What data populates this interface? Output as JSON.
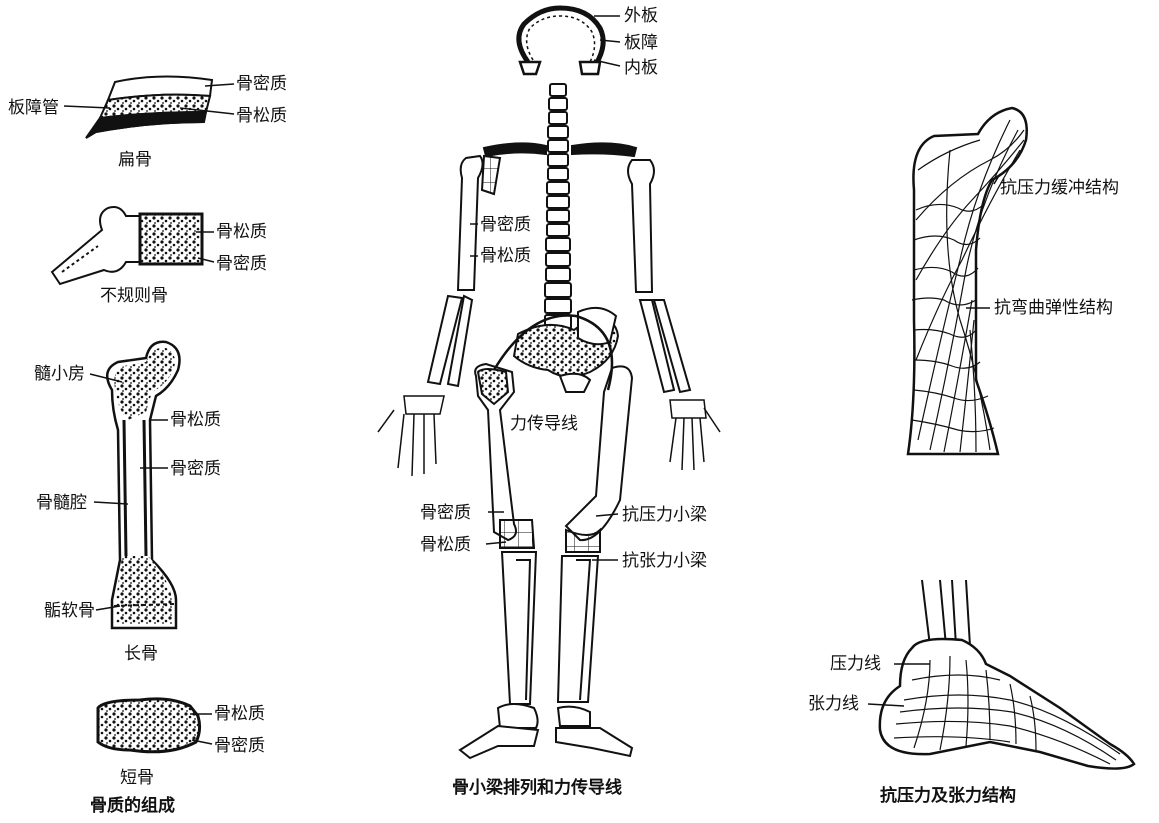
{
  "flat_bone": {
    "label_compact": "骨密质",
    "label_spongy": "骨松质",
    "label_diploic_canal": "板障管",
    "caption": "扁骨"
  },
  "irregular_bone": {
    "label_spongy": "骨松质",
    "label_compact": "骨密质",
    "caption": "不规则骨"
  },
  "long_bone": {
    "label_marrow_cells": "髓小房",
    "label_spongy": "骨松质",
    "label_compact": "骨密质",
    "label_marrow_cavity": "骨髓腔",
    "label_epiphyseal_cartilage": "骺软骨",
    "caption": "长骨"
  },
  "short_bone": {
    "label_spongy": "骨松质",
    "label_compact": "骨密质",
    "caption": "短骨"
  },
  "left_panel_caption": "骨质的组成",
  "skull": {
    "label_outer": "外板",
    "label_diploe": "板障",
    "label_inner": "内板"
  },
  "skeleton": {
    "label_compact_arm": "骨密质",
    "label_spongy_arm": "骨松质",
    "label_force_line": "力传导线",
    "label_compact_leg": "骨密质",
    "label_spongy_leg": "骨松质",
    "label_compression_trabeculae": "抗压力小梁",
    "label_tension_trabeculae": "抗张力小梁",
    "caption": "骨小梁排列和力传导线"
  },
  "femur_structure": {
    "label_compression_buffer": "抗压力缓冲结构",
    "label_bending_elastic": "抗弯曲弹性结构"
  },
  "foot": {
    "label_pressure_line": "压力线",
    "label_tension_line": "张力线",
    "caption": "抗压力及张力结构"
  }
}
